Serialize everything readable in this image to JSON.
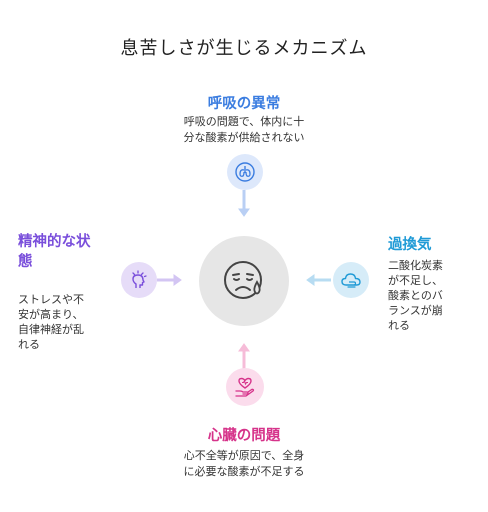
{
  "title": "息苦しさが生じるメカニズム",
  "top": {
    "title": "呼吸の異常",
    "desc_lines": [
      "呼吸の問題で、体内に十",
      "分な酸素が供給されない"
    ],
    "icon": "lungs-icon",
    "color": "#3b7de0",
    "bg": "#dde8fb"
  },
  "left": {
    "title_lines": [
      "精神的な状",
      "態"
    ],
    "desc_lines": [
      "ストレスや不",
      "安が高まり、",
      "自律神経が乱",
      "れる"
    ],
    "icon": "stressed-head-icon",
    "color": "#7a4fdb",
    "bg": "#e6dcf8"
  },
  "right": {
    "title": "過換気",
    "desc_lines": [
      "二酸化炭素",
      "が不足し、",
      "酸素とのバ",
      "ランスが崩",
      "れる"
    ],
    "icon": "cloud-icon",
    "color": "#1f9ad6",
    "bg": "#d6ecf8"
  },
  "bottom": {
    "title": "心臓の問題",
    "desc_lines": [
      "心不全等が原因で、全身",
      "に必要な酸素が不足する"
    ],
    "icon": "heart-hand-icon",
    "color": "#d6338a",
    "bg": "#fbdcec"
  },
  "center": {
    "icon": "crying-face-icon",
    "bg": "#e6e6e6"
  }
}
